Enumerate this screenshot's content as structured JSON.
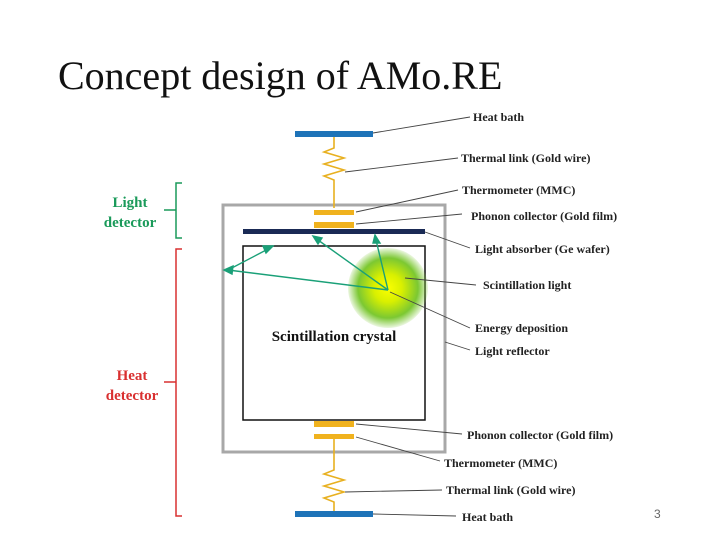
{
  "title": "Concept design of AMo.RE",
  "page_number": "3",
  "side_labels": {
    "light_detector": [
      "Light",
      "detector"
    ],
    "heat_detector": [
      "Heat",
      "detector"
    ]
  },
  "crystal_label": "Scintillation crystal",
  "labels": [
    "Heat bath",
    "Thermal link (Gold wire)",
    "Thermometer (MMC)",
    "Phonon collector (Gold film)",
    "Light absorber (Ge wafer)",
    "Scintillation light",
    "Energy deposition",
    "Light reflector",
    "Phonon collector (Gold film)",
    "Thermometer (MMC)",
    "Thermal link (Gold wire)",
    "Heat bath"
  ],
  "colors": {
    "heat_bath": "#1e73b8",
    "wire": "#e8b020",
    "collector": "#f0b21e",
    "absorber": "#1a2a55",
    "reflector": "#a8a8a8",
    "light_arrow": "#1aa078",
    "light_bracket": "#1a9a5a",
    "heat_bracket": "#d93030",
    "glow_center": "#f4f000",
    "glow_edge": "#6cc030"
  }
}
